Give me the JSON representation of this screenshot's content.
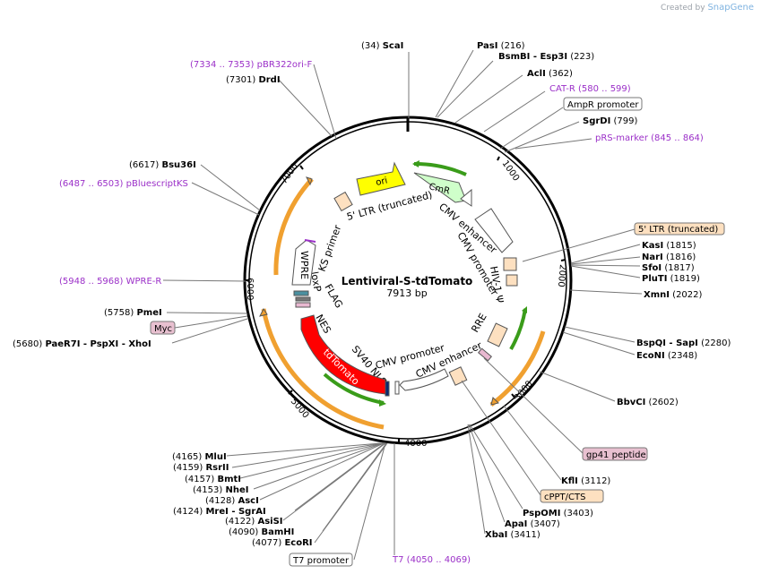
{
  "credit": {
    "prefix": "Created by",
    "brand": "SnapGene"
  },
  "plasmid": {
    "name": "Lentiviral-S-tdTomato",
    "size": "7913 bp"
  },
  "ticks": [
    "1000",
    "2000",
    "3000",
    "4000",
    "5000",
    "6000",
    "7000"
  ],
  "colors": {
    "primer": "#9b30c8",
    "orange_arrow": "#f0a030",
    "green_arrow": "#3a9c1a",
    "red_feature": "#ff0000",
    "yellow_feature": "#ffff00"
  },
  "sites": [
    {
      "name": "ScaI",
      "pos": "(34)",
      "side": "L"
    },
    {
      "name": "PasI",
      "pos": "(216)",
      "side": "R"
    },
    {
      "name": "BsmBI - Esp3I",
      "pos": "(223)",
      "side": "R"
    },
    {
      "name": "AclI",
      "pos": "(362)",
      "side": "R"
    },
    {
      "name": "CAT-R",
      "pos": "(580 .. 599)",
      "side": "R",
      "primer": true
    },
    {
      "name": "AmpR promoter",
      "pos": "",
      "side": "R",
      "box": "white"
    },
    {
      "name": "SgrDI",
      "pos": "(799)",
      "side": "R"
    },
    {
      "name": "pRS-marker",
      "pos": "(845 .. 864)",
      "side": "R",
      "primer": true
    },
    {
      "name": "5' LTR (truncated)",
      "pos": "",
      "side": "R",
      "box": "orange"
    },
    {
      "name": "KasI",
      "pos": "(1815)",
      "side": "R"
    },
    {
      "name": "NarI",
      "pos": "(1816)",
      "side": "R"
    },
    {
      "name": "SfoI",
      "pos": "(1817)",
      "side": "R"
    },
    {
      "name": "PluTI",
      "pos": "(1819)",
      "side": "R"
    },
    {
      "name": "XmnI",
      "pos": "(2022)",
      "side": "R"
    },
    {
      "name": "BspQI - SapI",
      "pos": "(2280)",
      "side": "R"
    },
    {
      "name": "EcoNI",
      "pos": "(2348)",
      "side": "R"
    },
    {
      "name": "BbvCI",
      "pos": "(2602)",
      "side": "R"
    },
    {
      "name": "gp41 peptide",
      "pos": "",
      "side": "R",
      "box": "pink"
    },
    {
      "name": "KflI",
      "pos": "(3112)",
      "side": "R"
    },
    {
      "name": "cPPT/CTS",
      "pos": "",
      "side": "R",
      "box": "orange"
    },
    {
      "name": "PspOMI",
      "pos": "(3403)",
      "side": "R"
    },
    {
      "name": "ApaI",
      "pos": "(3407)",
      "side": "R"
    },
    {
      "name": "XbaI",
      "pos": "(3411)",
      "side": "R"
    },
    {
      "name": "T7",
      "pos": "(4050 .. 4069)",
      "side": "R",
      "primer": true
    },
    {
      "name": "T7 promoter",
      "pos": "",
      "side": "L",
      "box": "white"
    },
    {
      "name": "EcoRI",
      "pos": "(4077)",
      "side": "L"
    },
    {
      "name": "BamHI",
      "pos": "(4090)",
      "side": "L"
    },
    {
      "name": "AsiSI",
      "pos": "(4122)",
      "side": "L"
    },
    {
      "name": "MreI - SgrAI",
      "pos": "(4124)",
      "side": "L"
    },
    {
      "name": "AscI",
      "pos": "(4128)",
      "side": "L"
    },
    {
      "name": "NheI",
      "pos": "(4153)",
      "side": "L"
    },
    {
      "name": "BmtI",
      "pos": "(4157)",
      "side": "L"
    },
    {
      "name": "RsrII",
      "pos": "(4159)",
      "side": "L"
    },
    {
      "name": "MluI",
      "pos": "(4165)",
      "side": "L"
    },
    {
      "name": "PaeR7I - PspXI - XhoI",
      "pos": "(5680)",
      "side": "L"
    },
    {
      "name": "Myc",
      "pos": "",
      "side": "L",
      "box": "pink"
    },
    {
      "name": "PmeI",
      "pos": "(5758)",
      "side": "L"
    },
    {
      "name": "WPRE-R",
      "pos": "(5948 .. 5968)",
      "side": "L",
      "primer": true
    },
    {
      "name": "pBluescriptKS",
      "pos": "(6487 .. 6503)",
      "side": "L",
      "primer": true
    },
    {
      "name": "Bsu36I",
      "pos": "(6617)",
      "side": "L"
    },
    {
      "name": "DrdI",
      "pos": "(7301)",
      "side": "L"
    },
    {
      "name": "pBR322ori-F",
      "pos": "(7334 .. 7353)",
      "side": "L",
      "primer": true
    }
  ],
  "features": {
    "ori": "ori",
    "cmr": "CmR",
    "ltr5": "5' LTR (truncated)",
    "cmv_enh_top": "CMV enhancer",
    "cmv_prom_top": "CMV promoter",
    "hiv1": "HIV-1 Ψ",
    "rre": "RRE",
    "cmv_enh_bot": "CMV enhancer",
    "cmv_prom_bot": "CMV promoter",
    "sv40": "SV40 NLS",
    "tdtomato": "tdTomato",
    "nes": "NES",
    "flag": "FLAG",
    "loxp": "loxP",
    "wpre": "WPRE",
    "ks_primer": "KS primer"
  }
}
